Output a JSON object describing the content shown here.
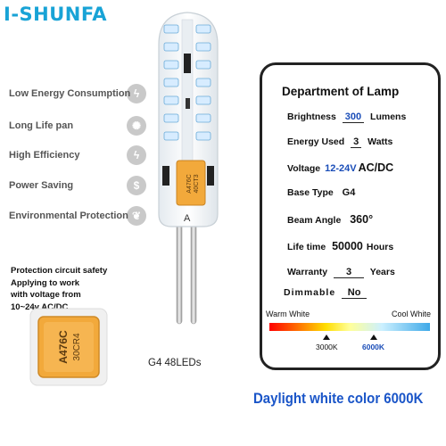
{
  "brand": "I-SHUNFA",
  "features": [
    {
      "label": "Low Energy Consumption",
      "icon": "energy-icon",
      "glyph": "ϟ"
    },
    {
      "label": "Long Life pan",
      "icon": "lightbulb-icon",
      "glyph": "✺"
    },
    {
      "label": "High Efficiency",
      "icon": "bolt-icon",
      "glyph": "ϟ"
    },
    {
      "label": "Power Saving",
      "icon": "dollar-icon",
      "glyph": "$"
    },
    {
      "label": "Environmental Protection",
      "icon": "leaf-icon",
      "glyph": "❦"
    }
  ],
  "protection": [
    "Protection circuit safety",
    "Applying to work",
    "with voltage from",
    "10~24v AC/DC."
  ],
  "chip_text": [
    "A476C",
    "30CR4"
  ],
  "bulb_chip_text": [
    "A476C",
    "40CT3"
  ],
  "bulb_label": "A",
  "g4_label": "G4 48LEDs",
  "spec": {
    "title": "Department of Lamp",
    "brightness": {
      "label": "Brightness",
      "value": "300",
      "unit": "Lumens"
    },
    "energy": {
      "label": "Energy Used",
      "value": "3",
      "unit": "Watts"
    },
    "voltage": {
      "label": "Voltage",
      "value": "12-24V",
      "unit": "AC/DC"
    },
    "base": {
      "label": "Base Type",
      "value": "G4"
    },
    "beam": {
      "label": "Beam Angle",
      "value": "360°"
    },
    "life": {
      "label": "Life time",
      "value": "50000",
      "unit": "Hours"
    },
    "warranty": {
      "label": "Warranty",
      "value": "3",
      "unit": "Years"
    },
    "dimmable": {
      "label": "Dimmable",
      "value": "No"
    },
    "warm_label": "Warm White",
    "cool_label": "Cool White",
    "marker1": "3000K",
    "marker2": "6000K"
  },
  "daylight": "Daylight white color 6000K",
  "colors": {
    "brand": "#18a3d6",
    "accent_blue": "#1a4db8",
    "chip_orange": "#f2a93b"
  }
}
